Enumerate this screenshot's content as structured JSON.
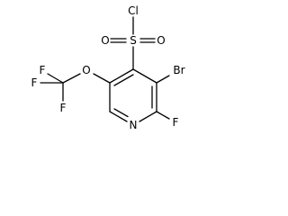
{
  "atoms": {
    "chlorine": "Cl",
    "sulfur": "S",
    "oxygen_left": "O",
    "oxygen_right": "O",
    "bromine": "Br",
    "fluorine_ring": "F",
    "nitrogen": "N",
    "ether_oxygen": "O",
    "fluorine_top": "F",
    "fluorine_left": "F",
    "fluorine_bottom": "F"
  }
}
